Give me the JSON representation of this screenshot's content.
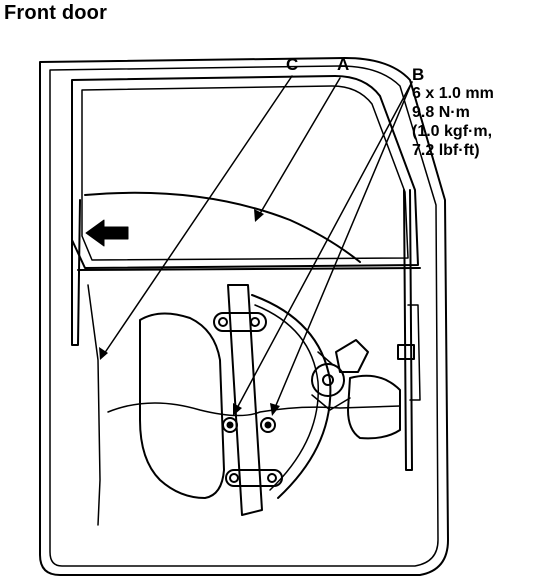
{
  "title": "Front door",
  "callouts": {
    "a": "A",
    "b": "B",
    "c": "C"
  },
  "spec_b": {
    "line1": "6 x 1.0 mm",
    "line2": "9.8 N·m",
    "line3": "(1.0 kgf·m,",
    "line4": "7.2 lbf·ft)"
  },
  "icons": {
    "direction_arrow": "front-direction-arrow-icon"
  }
}
